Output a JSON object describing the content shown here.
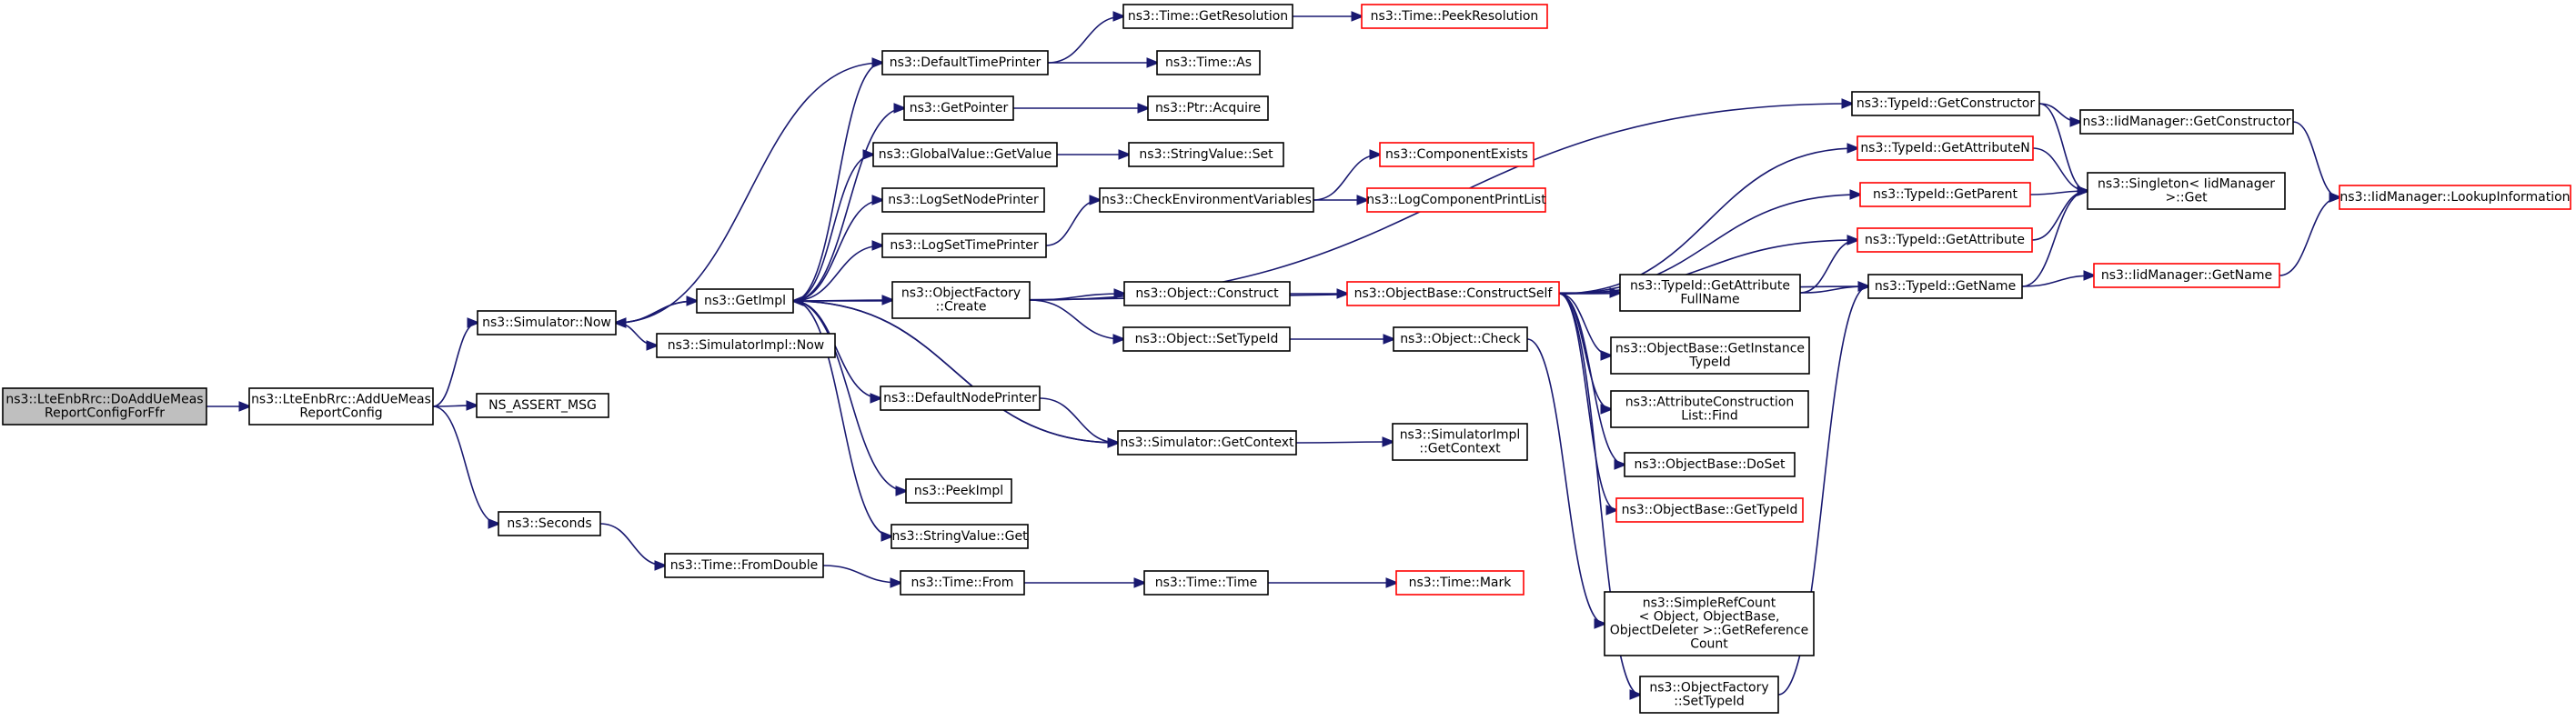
{
  "colors": {
    "edge": "#191970",
    "node_border": "#000000",
    "truncated_border": "#ff0000",
    "root_fill": "#bfbfbf"
  },
  "nodes": [
    {
      "id": "root",
      "lines": [
        "ns3::LteEnbRrc::DoAddUeMeas",
        "ReportConfigForFfr"
      ],
      "style": "root"
    },
    {
      "id": "addue",
      "lines": [
        "ns3::LteEnbRrc::AddUeMeas",
        "ReportConfig"
      ]
    },
    {
      "id": "simnow",
      "lines": [
        "ns3::Simulator::Now"
      ]
    },
    {
      "id": "assert",
      "lines": [
        "NS_ASSERT_MSG"
      ]
    },
    {
      "id": "seconds",
      "lines": [
        "ns3::Seconds"
      ]
    },
    {
      "id": "getimpl",
      "lines": [
        "ns3::GetImpl"
      ]
    },
    {
      "id": "simimplnow",
      "lines": [
        "ns3::SimulatorImpl::Now"
      ]
    },
    {
      "id": "fromdouble",
      "lines": [
        "ns3::Time::FromDouble"
      ]
    },
    {
      "id": "deftime",
      "lines": [
        "ns3::DefaultTimePrinter"
      ]
    },
    {
      "id": "getpointer",
      "lines": [
        "ns3::GetPointer"
      ]
    },
    {
      "id": "gvgetvalue",
      "lines": [
        "ns3::GlobalValue::GetValue"
      ]
    },
    {
      "id": "lognode",
      "lines": [
        "ns3::LogSetNodePrinter"
      ]
    },
    {
      "id": "logtime",
      "lines": [
        "ns3::LogSetTimePrinter"
      ]
    },
    {
      "id": "ofcreate",
      "lines": [
        "ns3::ObjectFactory",
        "::Create"
      ]
    },
    {
      "id": "defnode",
      "lines": [
        "ns3::DefaultNodePrinter"
      ]
    },
    {
      "id": "peekimpl",
      "lines": [
        "ns3::PeekImpl"
      ]
    },
    {
      "id": "svget",
      "lines": [
        "ns3::StringValue::Get"
      ]
    },
    {
      "id": "timefrom",
      "lines": [
        "ns3::Time::From"
      ]
    },
    {
      "id": "getres",
      "lines": [
        "ns3::Time::GetResolution"
      ]
    },
    {
      "id": "timeas",
      "lines": [
        "ns3::Time::As"
      ]
    },
    {
      "id": "ptracq",
      "lines": [
        "ns3::Ptr::Acquire"
      ]
    },
    {
      "id": "svset",
      "lines": [
        "ns3::StringValue::Set"
      ]
    },
    {
      "id": "checkenv",
      "lines": [
        "ns3::CheckEnvironmentVariables"
      ]
    },
    {
      "id": "objconstruct",
      "lines": [
        "ns3::Object::Construct"
      ]
    },
    {
      "id": "objsettypeid",
      "lines": [
        "ns3::Object::SetTypeId"
      ]
    },
    {
      "id": "simgetctx",
      "lines": [
        "ns3::Simulator::GetContext"
      ]
    },
    {
      "id": "timetime",
      "lines": [
        "ns3::Time::Time"
      ]
    },
    {
      "id": "peekres",
      "lines": [
        "ns3::Time::PeekResolution"
      ],
      "style": "red"
    },
    {
      "id": "compexists",
      "lines": [
        "ns3::ComponentExists"
      ],
      "style": "red"
    },
    {
      "id": "logprint",
      "lines": [
        "ns3::LogComponentPrintList"
      ],
      "style": "red"
    },
    {
      "id": "constructself",
      "lines": [
        "ns3::ObjectBase::ConstructSelf"
      ],
      "style": "red"
    },
    {
      "id": "objcheck",
      "lines": [
        "ns3::Object::Check"
      ]
    },
    {
      "id": "simimplctx",
      "lines": [
        "ns3::SimulatorImpl",
        "::GetContext"
      ]
    },
    {
      "id": "timemark",
      "lines": [
        "ns3::Time::Mark"
      ],
      "style": "red"
    },
    {
      "id": "getctor",
      "lines": [
        "ns3::TypeId::GetConstructor"
      ]
    },
    {
      "id": "getattrn",
      "lines": [
        "ns3::TypeId::GetAttributeN"
      ],
      "style": "red"
    },
    {
      "id": "getparent",
      "lines": [
        "ns3::TypeId::GetParent"
      ],
      "style": "red"
    },
    {
      "id": "getattr",
      "lines": [
        "ns3::TypeId::GetAttribute"
      ],
      "style": "red"
    },
    {
      "id": "getattrfull",
      "lines": [
        "ns3::TypeId::GetAttribute",
        "FullName"
      ]
    },
    {
      "id": "getinst",
      "lines": [
        "ns3::ObjectBase::GetInstance",
        "TypeId"
      ]
    },
    {
      "id": "acfind",
      "lines": [
        "ns3::AttributeConstruction",
        "List::Find"
      ]
    },
    {
      "id": "doset",
      "lines": [
        "ns3::ObjectBase::DoSet"
      ]
    },
    {
      "id": "obgettypeid",
      "lines": [
        "ns3::ObjectBase::GetTypeId"
      ],
      "style": "red"
    },
    {
      "id": "refcount",
      "lines": [
        "ns3::SimpleRefCount",
        "< Object, ObjectBase,",
        " ObjectDeleter >::GetReference",
        "Count"
      ]
    },
    {
      "id": "ofsettypeid",
      "lines": [
        "ns3::ObjectFactory",
        "::SetTypeId"
      ]
    },
    {
      "id": "iidgetctor",
      "lines": [
        "ns3::IidManager::GetConstructor"
      ]
    },
    {
      "id": "singleton",
      "lines": [
        "ns3::Singleton< IidManager",
        " >::Get"
      ]
    },
    {
      "id": "typegetname",
      "lines": [
        "ns3::TypeId::GetName"
      ]
    },
    {
      "id": "iidgetname",
      "lines": [
        "ns3::IidManager::GetName"
      ],
      "style": "red"
    },
    {
      "id": "lookup",
      "lines": [
        "ns3::IidManager::LookupInformation"
      ],
      "style": "red"
    }
  ],
  "edges": [
    [
      "root",
      "addue"
    ],
    [
      "addue",
      "simnow"
    ],
    [
      "addue",
      "assert"
    ],
    [
      "addue",
      "seconds"
    ],
    [
      "simnow",
      "getimpl"
    ],
    [
      "simnow",
      "simimplnow"
    ],
    [
      "getimpl",
      "deftime"
    ],
    [
      "getimpl",
      "getpointer"
    ],
    [
      "getimpl",
      "gvgetvalue"
    ],
    [
      "getimpl",
      "lognode"
    ],
    [
      "getimpl",
      "logtime"
    ],
    [
      "getimpl",
      "ofcreate"
    ],
    [
      "getimpl",
      "defnode"
    ],
    [
      "getimpl",
      "peekimpl"
    ],
    [
      "getimpl",
      "svget"
    ],
    [
      "getimpl",
      "simgetctx"
    ],
    [
      "getimpl",
      "simnow"
    ],
    [
      "getimpl",
      "getattrfull"
    ],
    [
      "deftime",
      "simnow"
    ],
    [
      "deftime",
      "getres"
    ],
    [
      "deftime",
      "timeas"
    ],
    [
      "getres",
      "peekres"
    ],
    [
      "getpointer",
      "ptracq"
    ],
    [
      "gvgetvalue",
      "svset"
    ],
    [
      "logtime",
      "checkenv"
    ],
    [
      "checkenv",
      "compexists"
    ],
    [
      "checkenv",
      "logprint"
    ],
    [
      "ofcreate",
      "objconstruct"
    ],
    [
      "ofcreate",
      "objsettypeid"
    ],
    [
      "ofcreate",
      "getctor"
    ],
    [
      "objconstruct",
      "constructself"
    ],
    [
      "objsettypeid",
      "objcheck"
    ],
    [
      "objcheck",
      "refcount"
    ],
    [
      "defnode",
      "simgetctx"
    ],
    [
      "simgetctx",
      "simimplctx"
    ],
    [
      "simgetctx",
      "getimpl"
    ],
    [
      "seconds",
      "fromdouble"
    ],
    [
      "fromdouble",
      "timefrom"
    ],
    [
      "timefrom",
      "timetime"
    ],
    [
      "timetime",
      "timemark"
    ],
    [
      "constructself",
      "getattrn"
    ],
    [
      "constructself",
      "getparent"
    ],
    [
      "constructself",
      "getattr"
    ],
    [
      "constructself",
      "getattrfull"
    ],
    [
      "constructself",
      "getinst"
    ],
    [
      "constructself",
      "acfind"
    ],
    [
      "constructself",
      "doset"
    ],
    [
      "constructself",
      "obgettypeid"
    ],
    [
      "constructself",
      "typegetname"
    ],
    [
      "constructself",
      "ofsettypeid"
    ],
    [
      "getctor",
      "iidgetctor"
    ],
    [
      "getctor",
      "singleton"
    ],
    [
      "iidgetctor",
      "lookup"
    ],
    [
      "getattrn",
      "singleton"
    ],
    [
      "getparent",
      "singleton"
    ],
    [
      "getattr",
      "singleton"
    ],
    [
      "getattrfull",
      "getattr"
    ],
    [
      "getattrfull",
      "typegetname"
    ],
    [
      "typegetname",
      "singleton"
    ],
    [
      "typegetname",
      "iidgetname"
    ],
    [
      "iidgetname",
      "lookup"
    ],
    [
      "ofsettypeid",
      "typegetname"
    ]
  ]
}
